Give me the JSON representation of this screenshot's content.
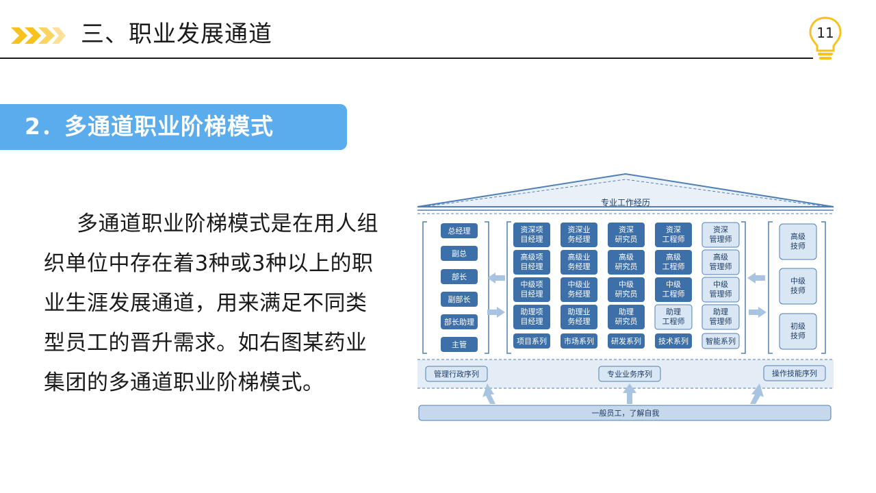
{
  "header": {
    "title": "三、职业发展通道",
    "page_number": "11",
    "accent_color": "#f7c21e",
    "icon": "lightbulb-icon"
  },
  "section": {
    "title": "2．多通道职业阶梯模式",
    "color": "#5aacec"
  },
  "body": {
    "paragraph": "多通道职业阶梯模式是在用人组织单位中存在着3种或3种以上的职业生涯发展通道，用来满足不同类型员工的晋升需求。如右图某药业集团的多通道职业阶梯模式。"
  },
  "diagram": {
    "roof_label": "专业工作经历",
    "management_ladder": [
      "总经理",
      "副总",
      "部长",
      "副部长",
      "部长助理",
      "主管"
    ],
    "professional_grid": {
      "rows": [
        [
          "资深项目经理",
          "资深业务经理",
          "资深研究员",
          "资深工程师",
          "资深管理师"
        ],
        [
          "高级项目经理",
          "高级业务经理",
          "高级研究员",
          "高级工程师",
          "高级管理师"
        ],
        [
          "中级项目经理",
          "中级业务经理",
          "中级研究员",
          "中级工程师",
          "中级管理师"
        ],
        [
          "助理项目经理",
          "助理业务经理",
          "助理研究员",
          "助理工程师",
          "助理管理师"
        ]
      ],
      "series": [
        "项目系列",
        "市场系列",
        "研发系列",
        "技术系列",
        "智能系列"
      ]
    },
    "technician_ladder": [
      "高级技师",
      "中级技师",
      "初级技师"
    ],
    "sequences": [
      "管理行政序列",
      "专业业务序列",
      "操作技能序列"
    ],
    "foundation": "一般员工，了解自我",
    "colors": {
      "dark_box": "#3d6fa8",
      "light_box": "#d9e6f3",
      "band": "#e4edf6",
      "arrow": "#a9c4e0",
      "line": "#4f7fb4"
    }
  }
}
